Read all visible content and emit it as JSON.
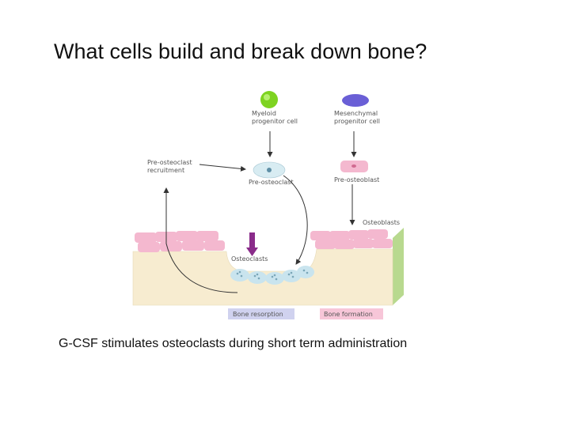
{
  "slide": {
    "title": "What cells build and break down bone?",
    "caption": "G-CSF stimulates osteoclasts during short term administration"
  },
  "diagram": {
    "labels": {
      "myeloid_line1": "Myeloid",
      "myeloid_line2": "progenitor cell",
      "mesenchymal_line1": "Mesenchymal",
      "mesenchymal_line2": "progenitor cell",
      "pre_osteoclast_recruit_line1": "Pre-osteoclast",
      "pre_osteoclast_recruit_line2": "recruitment",
      "pre_osteoclast": "Pre-osteoclast",
      "pre_osteoblast": "Pre-osteoblast",
      "osteoblasts": "Osteoblasts",
      "osteoclasts": "Osteoclasts",
      "bone_resorption": "Bone resorption",
      "bone_formation": "Bone formation"
    },
    "colors": {
      "myeloid": "#7ed321",
      "mesenchymal": "#6a5fd6",
      "pre_osteoclast": "#d8ecf2",
      "pink_cell": "#f4b8cf",
      "bone": "#f7ecd0",
      "bone_side": "#b8d98f",
      "osteoclast": "#c9e4ee",
      "arrow_highlight": "#8a2c8a",
      "resorption_box": "#d0d2ef",
      "formation_box": "#f7c6d8"
    }
  }
}
